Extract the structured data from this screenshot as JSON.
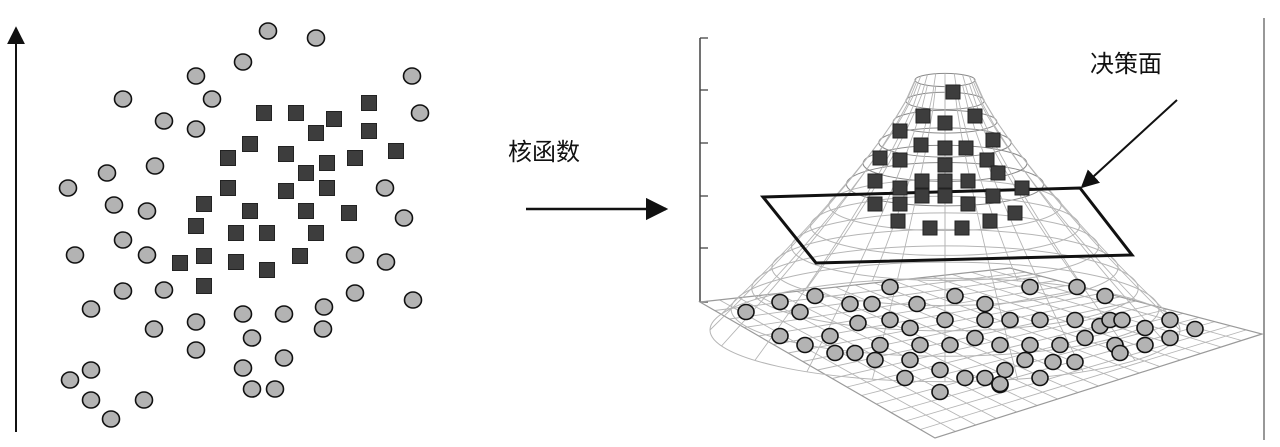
{
  "labels": {
    "kernel_function": "核函数",
    "decision_surface": "决策面"
  },
  "colors": {
    "circle_fill": "#b3b3b3",
    "square_fill": "#3d3d3d",
    "line": "#111111",
    "mesh": "#b5b5b5"
  },
  "icons": [
    "circle-marker",
    "square-marker",
    "right-arrow-icon",
    "pointer-arrow-icon"
  ]
}
